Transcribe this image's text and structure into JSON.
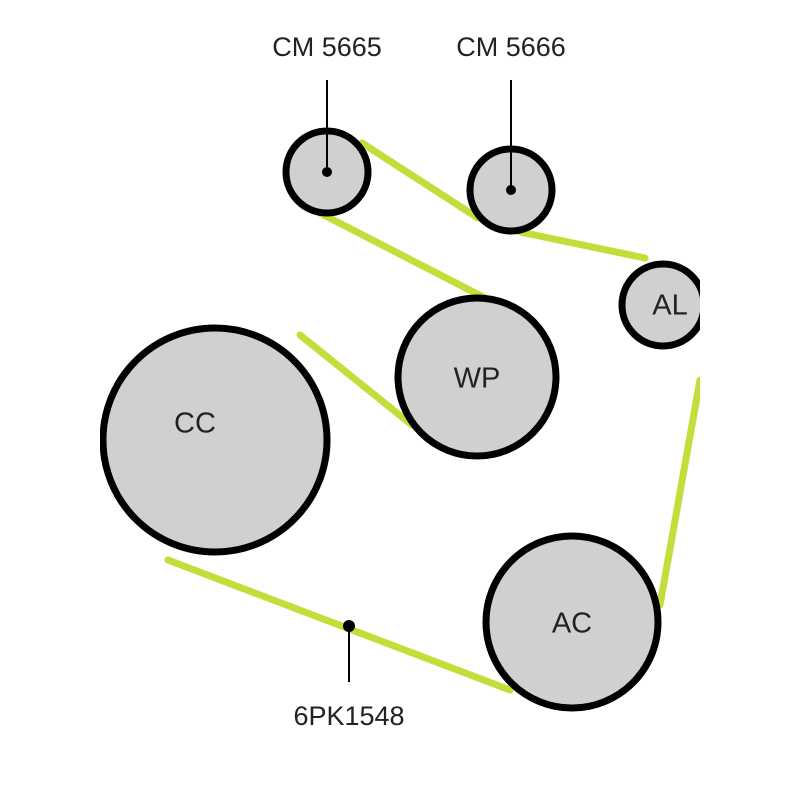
{
  "title": "Belt routing diagram",
  "colors": {
    "belt": "#c5dd3a",
    "pulley_fill": "#d0d0d0",
    "outline": "#000000"
  },
  "callouts": {
    "tensioner_1": "CM 5665",
    "tensioner_2": "CM 5666",
    "belt": "6PK1548"
  },
  "pulleys": {
    "cc": "CC",
    "wp": "WP",
    "al": "AL",
    "ac": "AC"
  }
}
